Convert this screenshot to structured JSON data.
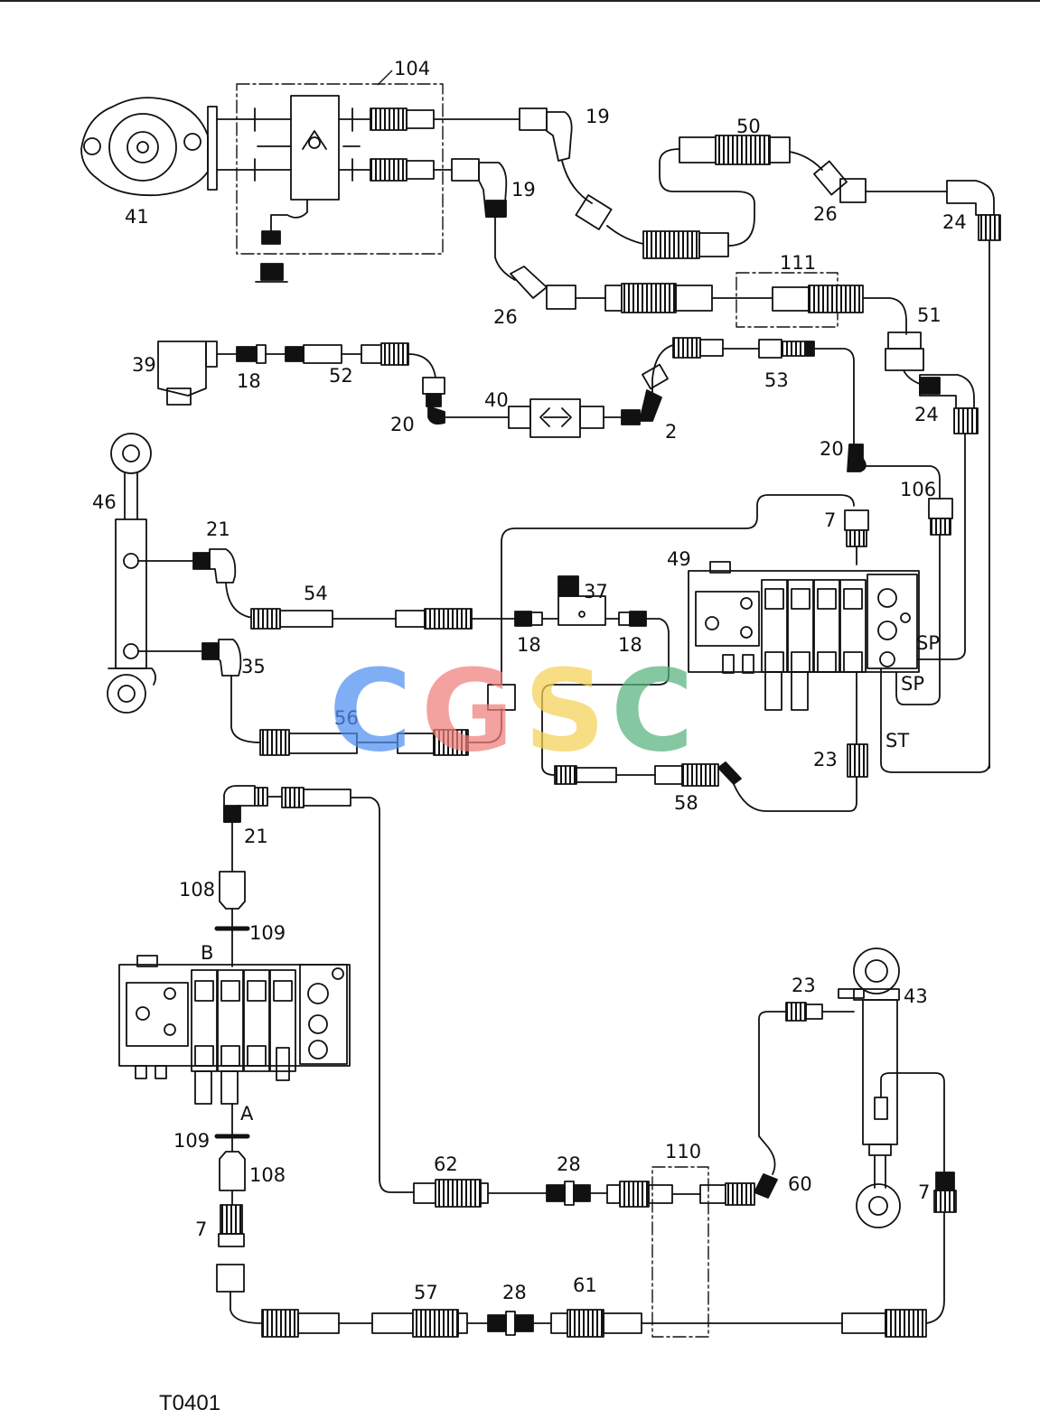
{
  "figure_code": "T0401",
  "watermark": {
    "letters": [
      {
        "char": "C",
        "color": "#4f8ff0"
      },
      {
        "char": "G",
        "color": "#ef7f7b"
      },
      {
        "char": "S",
        "color": "#f5d156"
      },
      {
        "char": "C",
        "color": "#55b27d"
      }
    ]
  },
  "labels": {
    "104": "104",
    "19a": "19",
    "19b": "19",
    "41": "41",
    "50": "50",
    "26a": "26",
    "24a": "24",
    "111": "111",
    "26b": "26",
    "51": "51",
    "39": "39",
    "18a": "18",
    "52": "52",
    "53": "53",
    "40": "40",
    "20a": "20",
    "2": "2",
    "24b": "24",
    "20b": "20",
    "106": "106",
    "46": "46",
    "21a": "21",
    "7a": "7",
    "49": "49",
    "54": "54",
    "37": "37",
    "18b": "18",
    "18c": "18",
    "35": "35",
    "SPa": "SP",
    "SPb": "SP",
    "56": "56",
    "ST": "ST",
    "23a": "23",
    "58": "58",
    "21b": "21",
    "108a": "108",
    "109a": "109",
    "B": "B",
    "23b": "23",
    "43": "43",
    "A": "A",
    "109b": "109",
    "108b": "108",
    "62": "62",
    "28a": "28",
    "110": "110",
    "60": "60",
    "7b": "7",
    "7c": "7",
    "57": "57",
    "28b": "28",
    "61": "61"
  }
}
